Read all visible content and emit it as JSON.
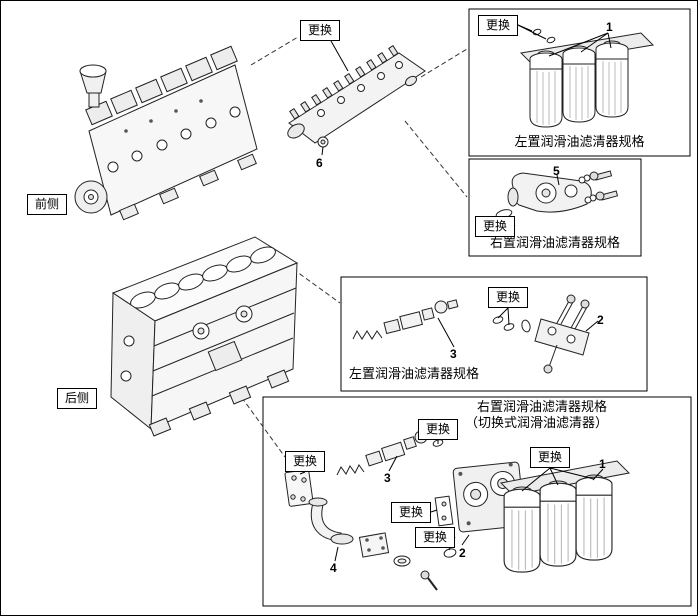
{
  "page": {
    "background": "#ffffff",
    "line_color": "#222222",
    "border_color": "#000000"
  },
  "labels": {
    "replace": "更换",
    "front_side": "前侧",
    "rear_side": "后侧"
  },
  "captions": {
    "left_filter_spec": "左置润滑油滤清器规格",
    "right_filter_spec": "右置润滑油滤清器规格",
    "switchable_filter_note": "（切换式润滑油滤清器）"
  },
  "callouts": {
    "c1": "1",
    "c2": "2",
    "c3": "3",
    "c4": "4",
    "c5": "5",
    "c6": "6"
  }
}
